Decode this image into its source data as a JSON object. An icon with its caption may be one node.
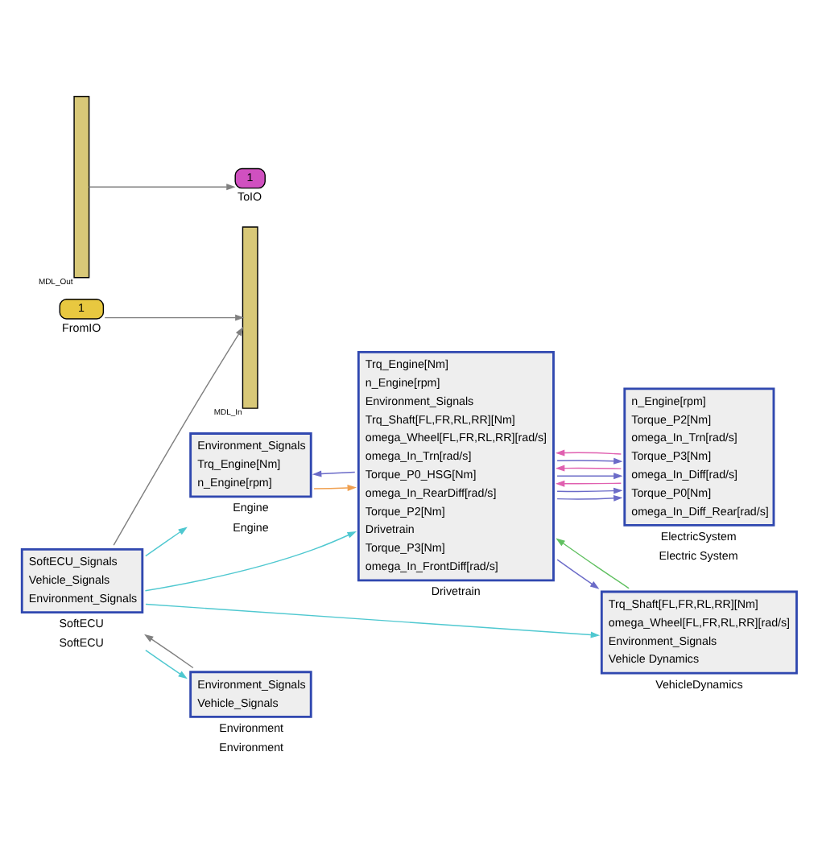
{
  "diagram": {
    "nodes": [
      {
        "text": [
          "1"
        ],
        "beside": [
          "FromIO"
        ]
      },
      {
        "text": [],
        "shape": "bar",
        "beside": [
          "MDL_In"
        ]
      },
      {
        "text": [
          "SoftECU_Signals",
          "Vehicle_Signals",
          "Environment_Signals"
        ],
        "beside": [
          "SoftECU",
          "SoftECU"
        ]
      },
      {
        "text": [
          "Environment_Signals",
          "Trq_Engine[Nm]",
          "n_Engine[rpm]"
        ],
        "beside": [
          "Engine",
          "Engine"
        ]
      },
      {
        "text": [
          "n_Engine[rpm]",
          "Torque_P2[Nm]",
          "omega_In_Trn[rad/s]",
          "Torque_P3[Nm]",
          "omega_In_Diff[rad/s]",
          "Torque_P0[Nm]",
          "omega_In_Diff_Rear[rad/s]"
        ],
        "beside": [
          "ElectricSystem",
          "Electric System"
        ]
      },
      {
        "text": [
          "Trq_Engine[Nm]",
          "n_Engine[rpm]",
          "Environment_Signals",
          "Trq_Shaft[FL,FR,RL,RR][Nm]",
          "omega_Wheel[FL,FR,RL,RR][rad/s]",
          "omega_In_Trn[rad/s]",
          "Torque_P0_HSG[Nm]",
          "omega_In_RearDiff[rad/s]",
          "Torque_P2[Nm]",
          "Drivetrain",
          "Torque_P3[Nm]",
          "omega_In_FrontDiff[rad/s]"
        ],
        "beside": [
          "Drivetrain"
        ]
      },
      {
        "text": [
          "Trq_Shaft[FL,FR,RL,RR][Nm]",
          "omega_Wheel[FL,FR,RL,RR][rad/s]",
          "Environment_Signals",
          "Vehicle Dynamics"
        ],
        "beside": [
          "VehicleDynamics"
        ]
      },
      {
        "text": [
          "Environment_Signals",
          "Vehicle_Signals"
        ],
        "beside": [
          "Environment",
          "Environment"
        ]
      },
      {
        "text": [],
        "shape": "bar",
        "beside": [
          "MDL_Out"
        ]
      },
      {
        "text": [
          "1"
        ],
        "beside": [
          "ToIO"
        ]
      }
    ],
    "edges": [
      {
        "from": 0,
        "to": 1,
        "arrow": "to",
        "color": "#808080"
      },
      {
        "from": 2,
        "to": 1,
        "arrow": "to",
        "color": "#808080"
      },
      {
        "from": 7,
        "to": 2,
        "arrow": "to",
        "color": "#808080"
      },
      {
        "from": 2,
        "to": 3,
        "arrow": "to",
        "color": "#4fc8d0"
      },
      {
        "from": 2,
        "to": 5,
        "arrow": "to",
        "color": "#4fc8d0"
      },
      {
        "from": 2,
        "to": 6,
        "arrow": "to",
        "color": "#4fc8d0"
      },
      {
        "from": 2,
        "to": 7,
        "arrow": "to",
        "color": "#4fc8d0"
      },
      {
        "from": 3,
        "to": 5,
        "arrow": "to",
        "color": "#f0a050"
      },
      {
        "from": 5,
        "to": 3,
        "arrow": "to"
      },
      {
        "from": 5,
        "to": 4,
        "arrow": "to"
      },
      {
        "from": 4,
        "to": 5,
        "arrow": "to",
        "color": "#e060b0"
      },
      {
        "from": 4,
        "to": 5,
        "arrow": "to",
        "color": "#e060b0"
      },
      {
        "from": 4,
        "to": 5,
        "arrow": "to",
        "color": "#e060b0"
      },
      {
        "from": 5,
        "to": 4,
        "arrow": "to"
      },
      {
        "from": 5,
        "to": 4,
        "arrow": "to"
      },
      {
        "from": 5,
        "to": 4,
        "arrow": "to"
      },
      {
        "from": 5,
        "to": 6,
        "arrow": "to"
      },
      {
        "from": 6,
        "to": 5,
        "arrow": "to",
        "color": "#60c060"
      },
      {
        "from": 8,
        "to": 9,
        "arrow": "to",
        "color": "#808080"
      }
    ]
  }
}
